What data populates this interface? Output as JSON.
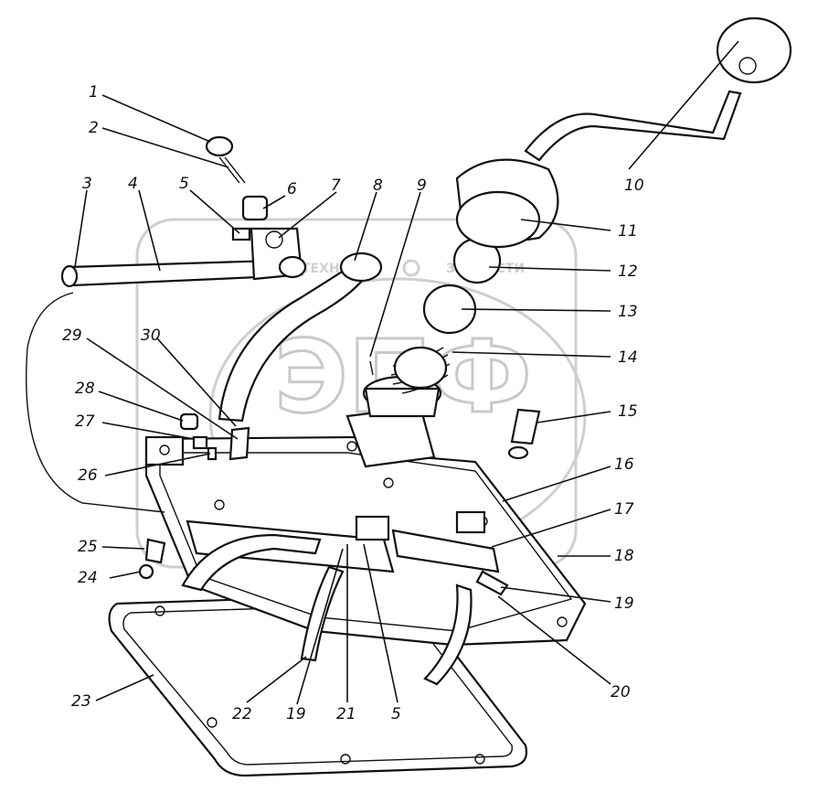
{
  "watermark": {
    "logo_text": "ЭПФ",
    "left_text": "ТЕХНИЧ",
    "right_text": "ЗАПЧАСТИ"
  },
  "callouts": [
    {
      "id": "c1",
      "text": "1"
    },
    {
      "id": "c2",
      "text": "2"
    },
    {
      "id": "c3",
      "text": "3"
    },
    {
      "id": "c4",
      "text": "4"
    },
    {
      "id": "c5a",
      "text": "5"
    },
    {
      "id": "c6",
      "text": "6"
    },
    {
      "id": "c7",
      "text": "7"
    },
    {
      "id": "c8",
      "text": "8"
    },
    {
      "id": "c9",
      "text": "9"
    },
    {
      "id": "c10",
      "text": "10"
    },
    {
      "id": "c11",
      "text": "11"
    },
    {
      "id": "c12",
      "text": "12"
    },
    {
      "id": "c13",
      "text": "13"
    },
    {
      "id": "c14",
      "text": "14"
    },
    {
      "id": "c15",
      "text": "15"
    },
    {
      "id": "c16",
      "text": "16"
    },
    {
      "id": "c17",
      "text": "17"
    },
    {
      "id": "c18",
      "text": "18"
    },
    {
      "id": "c19a",
      "text": "19"
    },
    {
      "id": "c20",
      "text": "20"
    },
    {
      "id": "c5b",
      "text": "5"
    },
    {
      "id": "c21",
      "text": "21"
    },
    {
      "id": "c19b",
      "text": "19"
    },
    {
      "id": "c22",
      "text": "22"
    },
    {
      "id": "c23",
      "text": "23"
    },
    {
      "id": "c24",
      "text": "24"
    },
    {
      "id": "c25",
      "text": "25"
    },
    {
      "id": "c26",
      "text": "26"
    },
    {
      "id": "c27",
      "text": "27"
    },
    {
      "id": "c28",
      "text": "28"
    },
    {
      "id": "c29",
      "text": "29"
    },
    {
      "id": "c30",
      "text": "30"
    }
  ]
}
